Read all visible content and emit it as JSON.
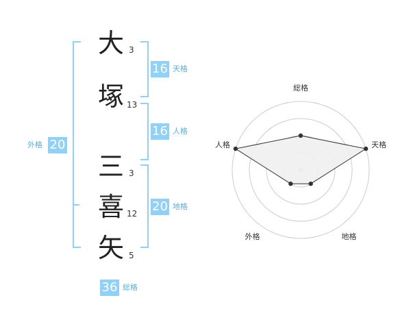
{
  "name_chars": [
    {
      "char": "大",
      "strokes": "3"
    },
    {
      "char": "塚",
      "strokes": "13"
    },
    {
      "char": "三",
      "strokes": "3"
    },
    {
      "char": "喜",
      "strokes": "12"
    },
    {
      "char": "矢",
      "strokes": "5"
    }
  ],
  "kakusu": {
    "tenkaku": {
      "value": "16",
      "label": "天格"
    },
    "jinkaku": {
      "value": "16",
      "label": "人格"
    },
    "chikaku": {
      "value": "20",
      "label": "地格"
    },
    "gaikaku": {
      "value": "20",
      "label": "外格"
    },
    "soukaku": {
      "value": "36",
      "label": "総格"
    }
  },
  "chart_data": {
    "type": "radar",
    "axes": [
      "総格",
      "天格",
      "地格",
      "外格",
      "人格"
    ],
    "values": [
      2,
      4,
      1,
      1,
      4
    ],
    "max": 4
  },
  "colors": {
    "accent": "#8fd1f8",
    "label_blue": "#5aaee8",
    "radar_fill": "#efefef",
    "radar_line": "#333333",
    "grid": "#cccccc"
  }
}
